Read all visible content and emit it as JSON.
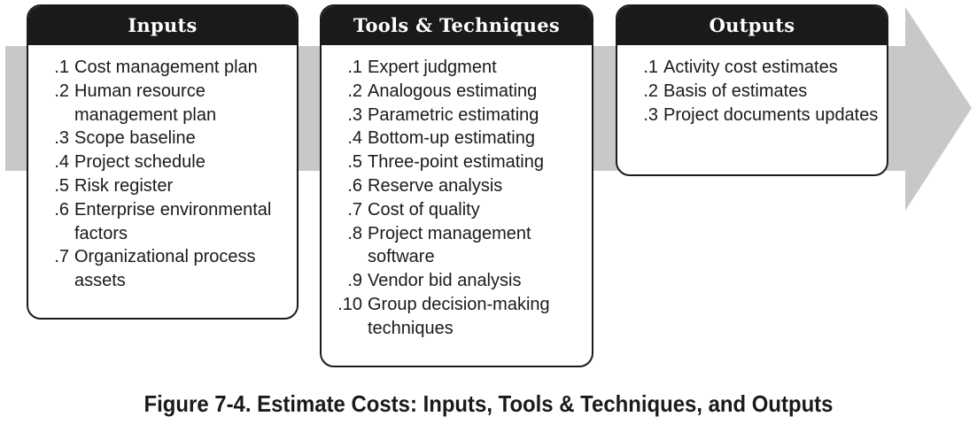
{
  "colors": {
    "arrow": "#c8c8c8",
    "header_bg": "#1a1a1a",
    "header_text": "#ffffff",
    "text": "#1a1a1a"
  },
  "boxes": [
    {
      "title": "Inputs",
      "items": [
        {
          "num": ".1",
          "text": "Cost management plan"
        },
        {
          "num": ".2",
          "text": "Human resource management plan"
        },
        {
          "num": ".3",
          "text": "Scope baseline"
        },
        {
          "num": ".4",
          "text": "Project schedule"
        },
        {
          "num": ".5",
          "text": "Risk register"
        },
        {
          "num": ".6",
          "text": "Enterprise environmental factors"
        },
        {
          "num": ".7",
          "text": "Organizational process assets"
        }
      ]
    },
    {
      "title": "Tools & Techniques",
      "items": [
        {
          "num": ".1",
          "text": "Expert judgment"
        },
        {
          "num": ".2",
          "text": "Analogous estimating"
        },
        {
          "num": ".3",
          "text": "Parametric estimating"
        },
        {
          "num": ".4",
          "text": "Bottom-up estimating"
        },
        {
          "num": ".5",
          "text": "Three-point estimating"
        },
        {
          "num": ".6",
          "text": "Reserve analysis"
        },
        {
          "num": ".7",
          "text": "Cost of quality"
        },
        {
          "num": ".8",
          "text": "Project management software"
        },
        {
          "num": ".9",
          "text": "Vendor bid analysis"
        },
        {
          "num": ".10",
          "text": "Group decision-making techniques"
        }
      ]
    },
    {
      "title": "Outputs",
      "items": [
        {
          "num": ".1",
          "text": "Activity cost estimates"
        },
        {
          "num": ".2",
          "text": "Basis of estimates"
        },
        {
          "num": ".3",
          "text": "Project documents updates"
        }
      ]
    }
  ],
  "caption": "Figure 7-4. Estimate Costs: Inputs, Tools & Techniques, and Outputs"
}
